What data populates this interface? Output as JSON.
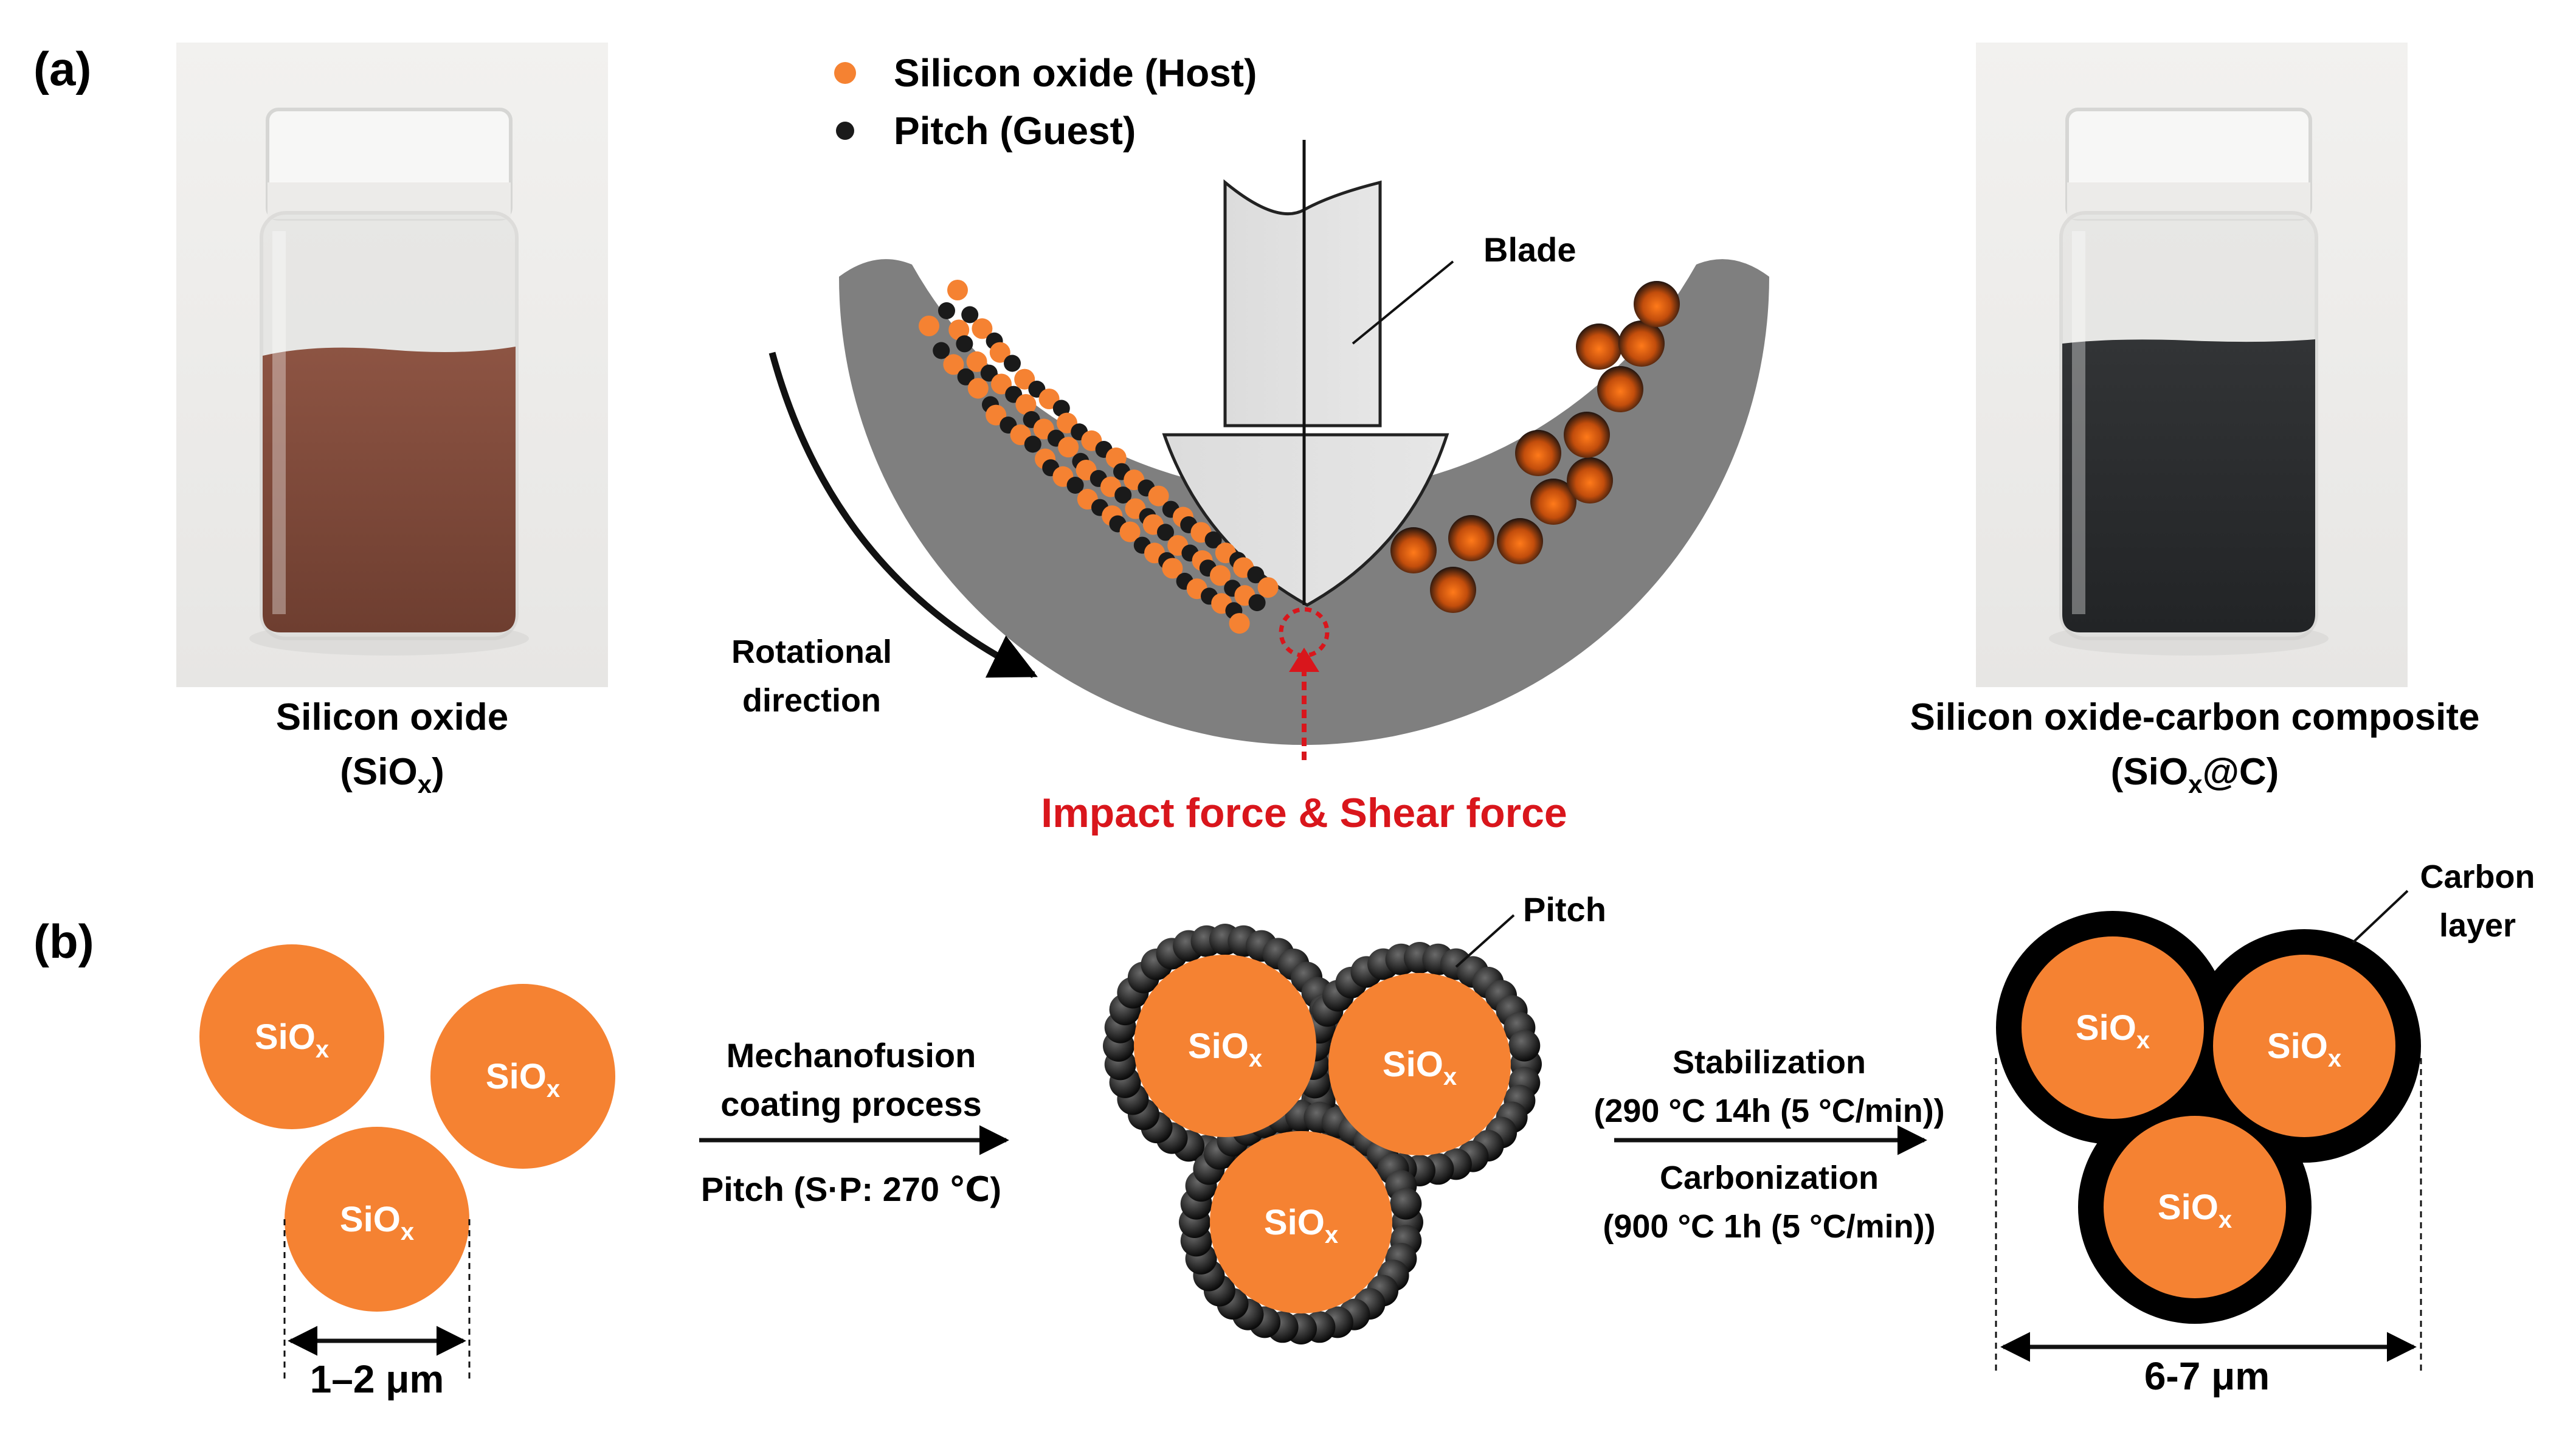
{
  "panel_a": {
    "label": "(a)",
    "left_photo": {
      "caption_line1": "Silicon oxide",
      "caption_line2_main": "(SiO",
      "caption_line2_sub": "x",
      "caption_line2_end": ")"
    },
    "right_photo": {
      "caption_line1": "Silicon oxide-carbon composite",
      "caption_line2_main": "(SiO",
      "caption_line2_sub": "x",
      "caption_line2_end": "@C)"
    },
    "legend": [
      {
        "label": "Silicon oxide (Host)",
        "color": "#f58232"
      },
      {
        "label": "Pitch (Guest)",
        "color": "#1a1a1a"
      }
    ],
    "blade_label": "Blade",
    "rotation_line1": "Rotational",
    "rotation_line2": "direction",
    "force_label": "Impact force & Shear force",
    "force_color": "#d9161c"
  },
  "panel_b": {
    "label": "(b)",
    "particle_main": "SiO",
    "particle_sub": "x",
    "particle_color": "#f58232",
    "size_small": "1–2 μm",
    "step1_line1": "Mechanofusion",
    "step1_line2": "coating process",
    "step1_below": "Pitch (S·P: 270 ℃)",
    "pitch_label": "Pitch",
    "step2_line1": "Stabilization",
    "step2_line2": "(290 °C 14h (5 °C/min))",
    "step2_line3": "Carbonization",
    "step2_line4": "(900 °C 1h (5 °C/min))",
    "carbon_line1": "Carbon",
    "carbon_line2": "layer",
    "size_large": "6-7 μm"
  }
}
